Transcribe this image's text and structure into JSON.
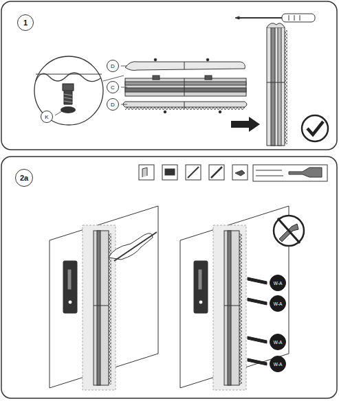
{
  "diagram": {
    "nodes": [
      {
        "text": [
          "1"
        ]
      },
      {
        "text": [
          "D"
        ]
      },
      {
        "text": [
          "C"
        ]
      },
      {
        "text": [
          "D"
        ]
      },
      {
        "text": [
          "K"
        ]
      },
      {
        "text": [
          "2a"
        ]
      },
      {
        "text": [
          "W-A"
        ]
      },
      {
        "text": [
          "W-A"
        ]
      },
      {
        "text": [
          "W-A"
        ]
      },
      {
        "text": [
          "W-A"
        ]
      }
    ]
  }
}
